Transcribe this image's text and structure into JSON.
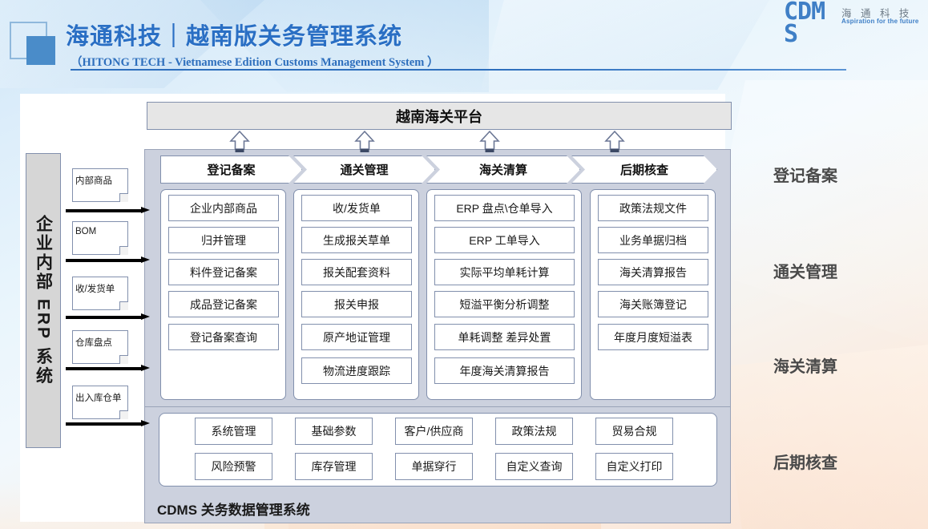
{
  "header": {
    "title_cn": "海通科技｜越南版关务管理系统",
    "title_en": "（HITONG TECH - Vietnamese Edition Customs Management System ）",
    "logo_mark": "CDMS",
    "logo_cn": "海 通 科 技",
    "logo_slogan": "Aspiration for the future"
  },
  "diagram": {
    "platform_title": "越南海关平台",
    "erp_title": "企业内部 ERP 系统",
    "erp_docs": [
      "内部商品",
      "BOM",
      "收/发货单",
      "仓库盘点",
      "出入库仓单"
    ],
    "stages": [
      {
        "title": "登记备案",
        "items": [
          "企业内部商品",
          "归并管理",
          "料件登记备案",
          "成品登记备案",
          "登记备案查询"
        ]
      },
      {
        "title": "通关管理",
        "items": [
          "收/发货单",
          "生成报关草单",
          "报关配套资料",
          "报关申报",
          "原产地证管理",
          "物流进度跟踪"
        ]
      },
      {
        "title": "海关清算",
        "items": [
          "ERP 盘点\\仓单导入",
          "ERP 工单导入",
          "实际平均单耗计算",
          "短溢平衡分析调整",
          "单耗调整  差异处置",
          "年度海关清算报告"
        ]
      },
      {
        "title": "后期核查",
        "items": [
          "政策法规文件",
          "业务单据归档",
          "海关清算报告",
          "海关账簿登记",
          "年度月度短溢表"
        ]
      }
    ],
    "base_row_1": [
      "系统管理",
      "基础参数",
      "客户/供应商",
      "政策法规",
      "贸易合规"
    ],
    "base_row_2": [
      "风险预警",
      "库存管理",
      "单据穿行",
      "自定义查询",
      "自定义打印"
    ],
    "base_caption": "CDMS 关务数据管理系统",
    "right_labels": [
      "登记备案",
      "通关管理",
      "海关清算",
      "后期核查"
    ]
  },
  "colors": {
    "brand_blue": "#2a6fc4",
    "panel_gray": "#ccd1de",
    "border_blue_gray": "#8290ad",
    "accent_fill": "#4a8cc9"
  }
}
